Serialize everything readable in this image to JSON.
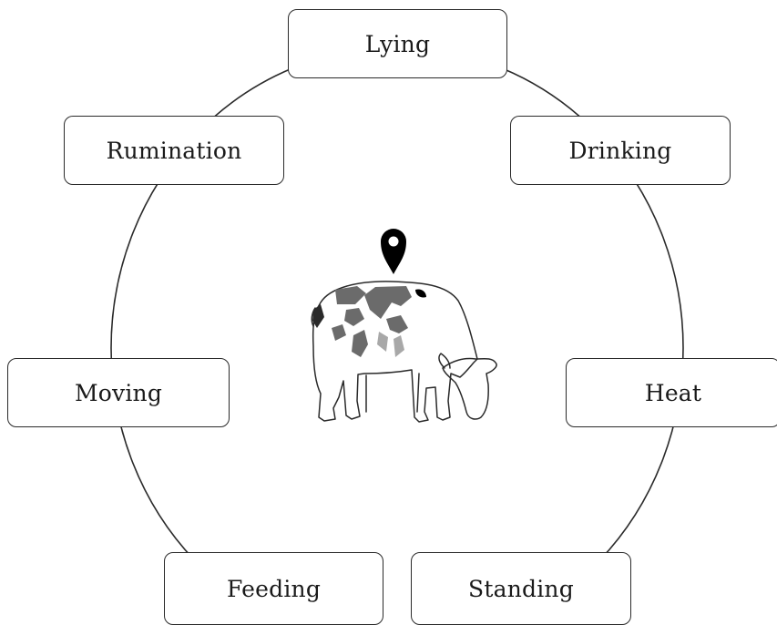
{
  "diagram": {
    "center_icon": "cow-with-location-pin",
    "behaviors": {
      "lying": "Lying",
      "drinking": "Drinking",
      "heat": "Heat",
      "standing": "Standing",
      "feeding": "Feeding",
      "moving": "Moving",
      "rumination": "Rumination"
    },
    "colors": {
      "stroke": "#2a2a2a",
      "spot_dark": "#6b6b6b",
      "spot_light": "#a8a8a8",
      "pin": "#000000"
    }
  }
}
